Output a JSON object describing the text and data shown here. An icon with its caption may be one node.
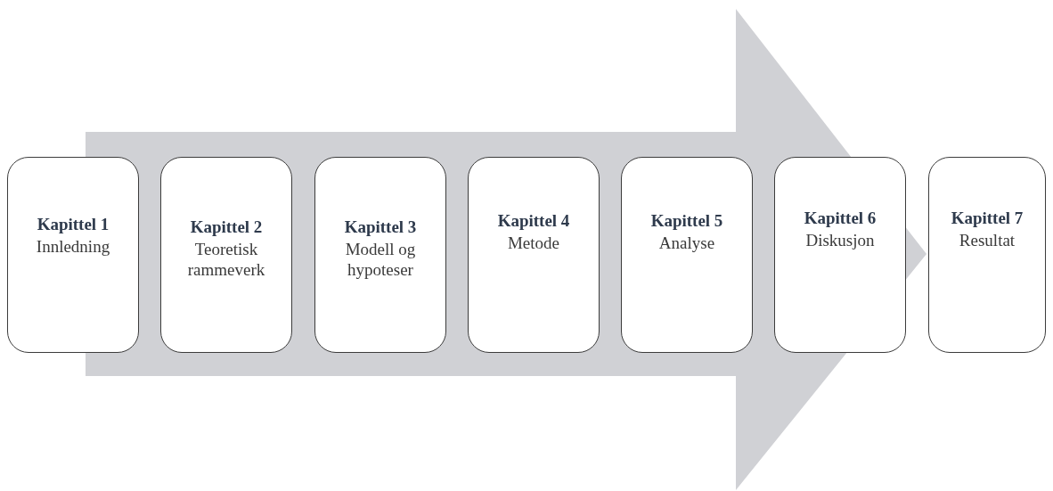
{
  "diagram": {
    "nodes": [
      {
        "text": [
          "Kapittel 1",
          "Innledning"
        ]
      },
      {
        "text": [
          "Kapittel 2",
          "Teoretisk rammeverk"
        ]
      },
      {
        "text": [
          "Kapittel 3",
          "Modell og hypoteser"
        ]
      },
      {
        "text": [
          "Kapittel 4",
          "Metode"
        ]
      },
      {
        "text": [
          "Kapittel 5",
          "Analyse"
        ]
      },
      {
        "text": [
          "Kapittel 6",
          "Diskusjon"
        ]
      },
      {
        "text": [
          "Kapittel 7",
          "Resultat"
        ]
      }
    ],
    "edges": [
      {
        "from": 0,
        "to": 6,
        "arrow": "to"
      }
    ]
  }
}
